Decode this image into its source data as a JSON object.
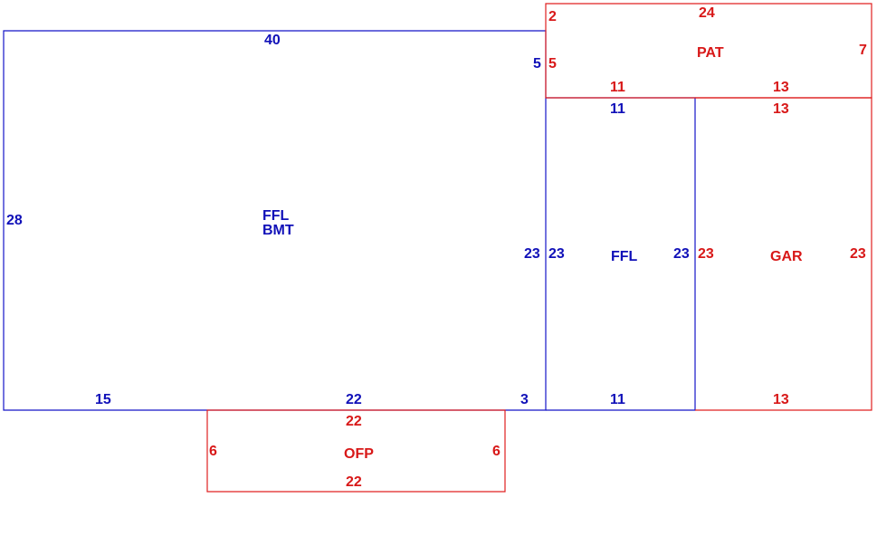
{
  "colors": {
    "main_structure": "#1515c8",
    "addition": "#e02020"
  },
  "areas": {
    "main": {
      "label_1": "FFL",
      "label_2": "BMT"
    },
    "ffl_wing": {
      "label": "FFL"
    },
    "patio": {
      "label": "PAT"
    },
    "garage": {
      "label": "GAR"
    },
    "porch": {
      "label": "OFP"
    }
  },
  "dimensions": {
    "main": {
      "top": "40",
      "left": "28",
      "bottom_left": "15",
      "bottom_mid": "22",
      "bottom_right": "3",
      "right_upper": "5",
      "right_lower": "23"
    },
    "ffl_wing": {
      "top": "11",
      "bottom": "11",
      "left": "23",
      "right": "23"
    },
    "patio": {
      "top": "24",
      "left_small": "2",
      "left": "5",
      "right": "7",
      "bottom_left": "11",
      "bottom_right": "13"
    },
    "garage": {
      "top": "13",
      "bottom": "13",
      "left": "23",
      "right": "23"
    },
    "porch": {
      "top": "22",
      "bottom": "22",
      "left": "6",
      "right": "6"
    }
  }
}
